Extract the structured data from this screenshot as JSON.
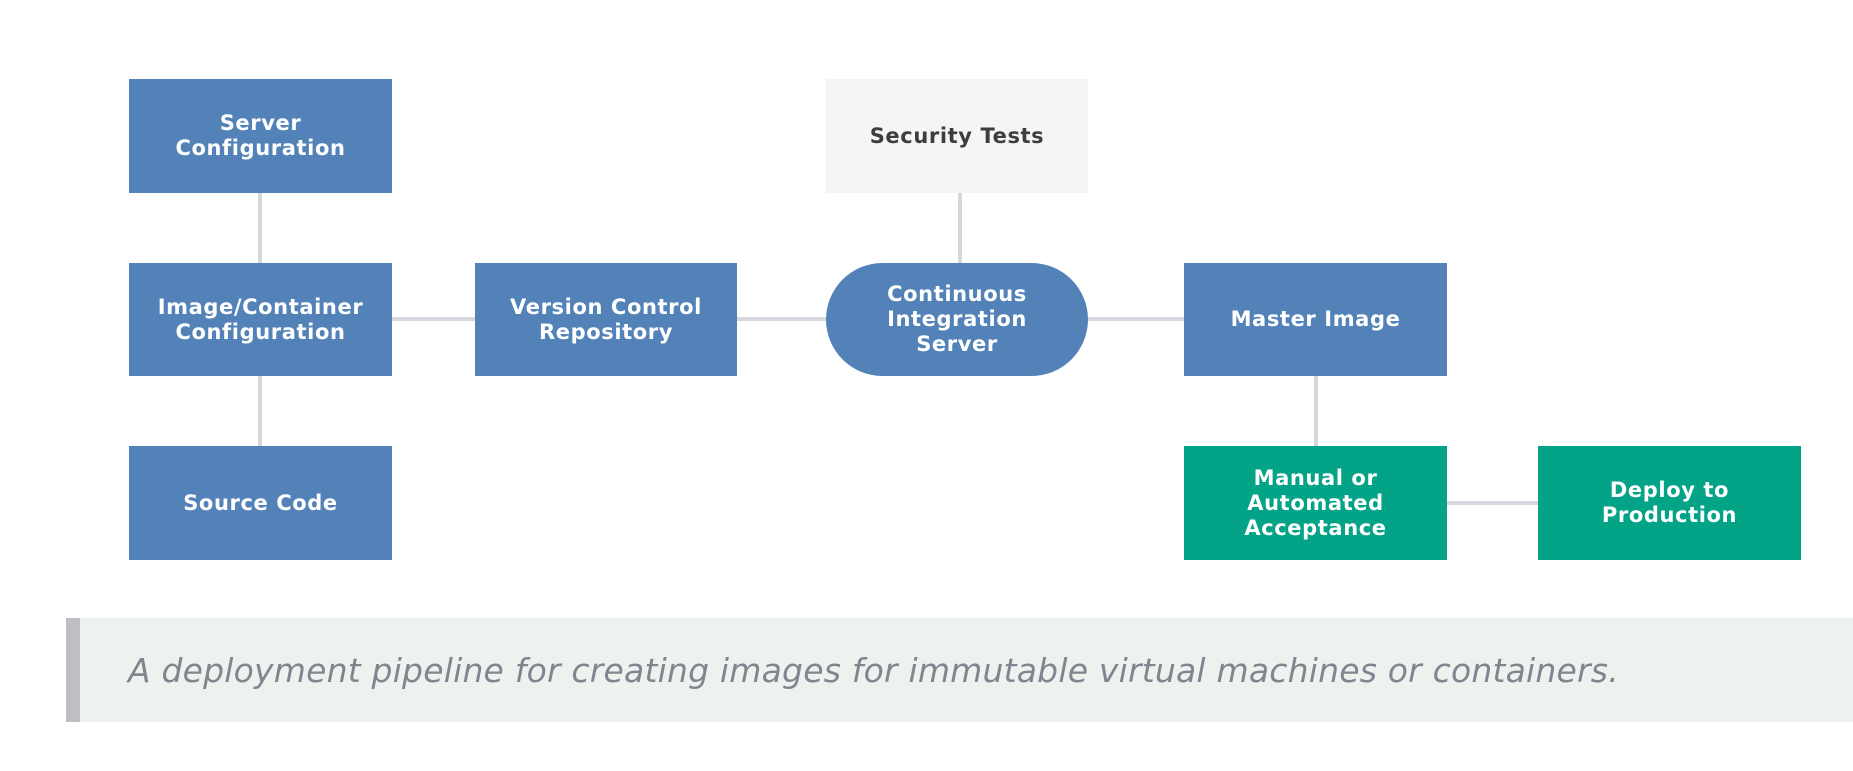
{
  "diagram": {
    "nodes": {
      "server_config": "Server Configuration",
      "image_container_config": "Image/Container Configuration",
      "source_code": "Source Code",
      "version_control": "Version Control Repository",
      "security_tests": "Security Tests",
      "ci_server": "Continuous Integration Server",
      "master_image": "Master Image",
      "acceptance": "Manual or Automated Acceptance",
      "deploy": "Deploy to Production"
    },
    "colors": {
      "blue_node": "#5382b8",
      "green_node": "#03a388",
      "light_node": "#f7f4f7",
      "connector": "#d4d7dc"
    },
    "edges": [
      [
        "server_config",
        "image_container_config"
      ],
      [
        "image_container_config",
        "source_code"
      ],
      [
        "image_container_config",
        "version_control"
      ],
      [
        "version_control",
        "ci_server"
      ],
      [
        "security_tests",
        "ci_server"
      ],
      [
        "ci_server",
        "master_image"
      ],
      [
        "master_image",
        "acceptance"
      ],
      [
        "acceptance",
        "deploy"
      ]
    ]
  },
  "caption": {
    "text": "A deployment pipeline for creating images for immutable virtual machines or containers."
  }
}
